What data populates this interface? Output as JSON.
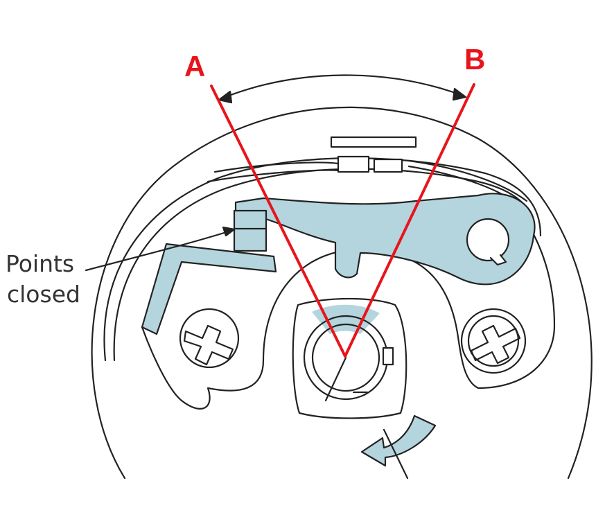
{
  "labels": {
    "a": "A",
    "b": "B",
    "points_line1": "Points",
    "points_line2": "closed"
  },
  "colors": {
    "accent_red": "#e8141c",
    "part_fill": "#b4d5dd",
    "outline": "#222222"
  },
  "icons": {
    "rotation_arrow": "curved-arrow-icon"
  }
}
